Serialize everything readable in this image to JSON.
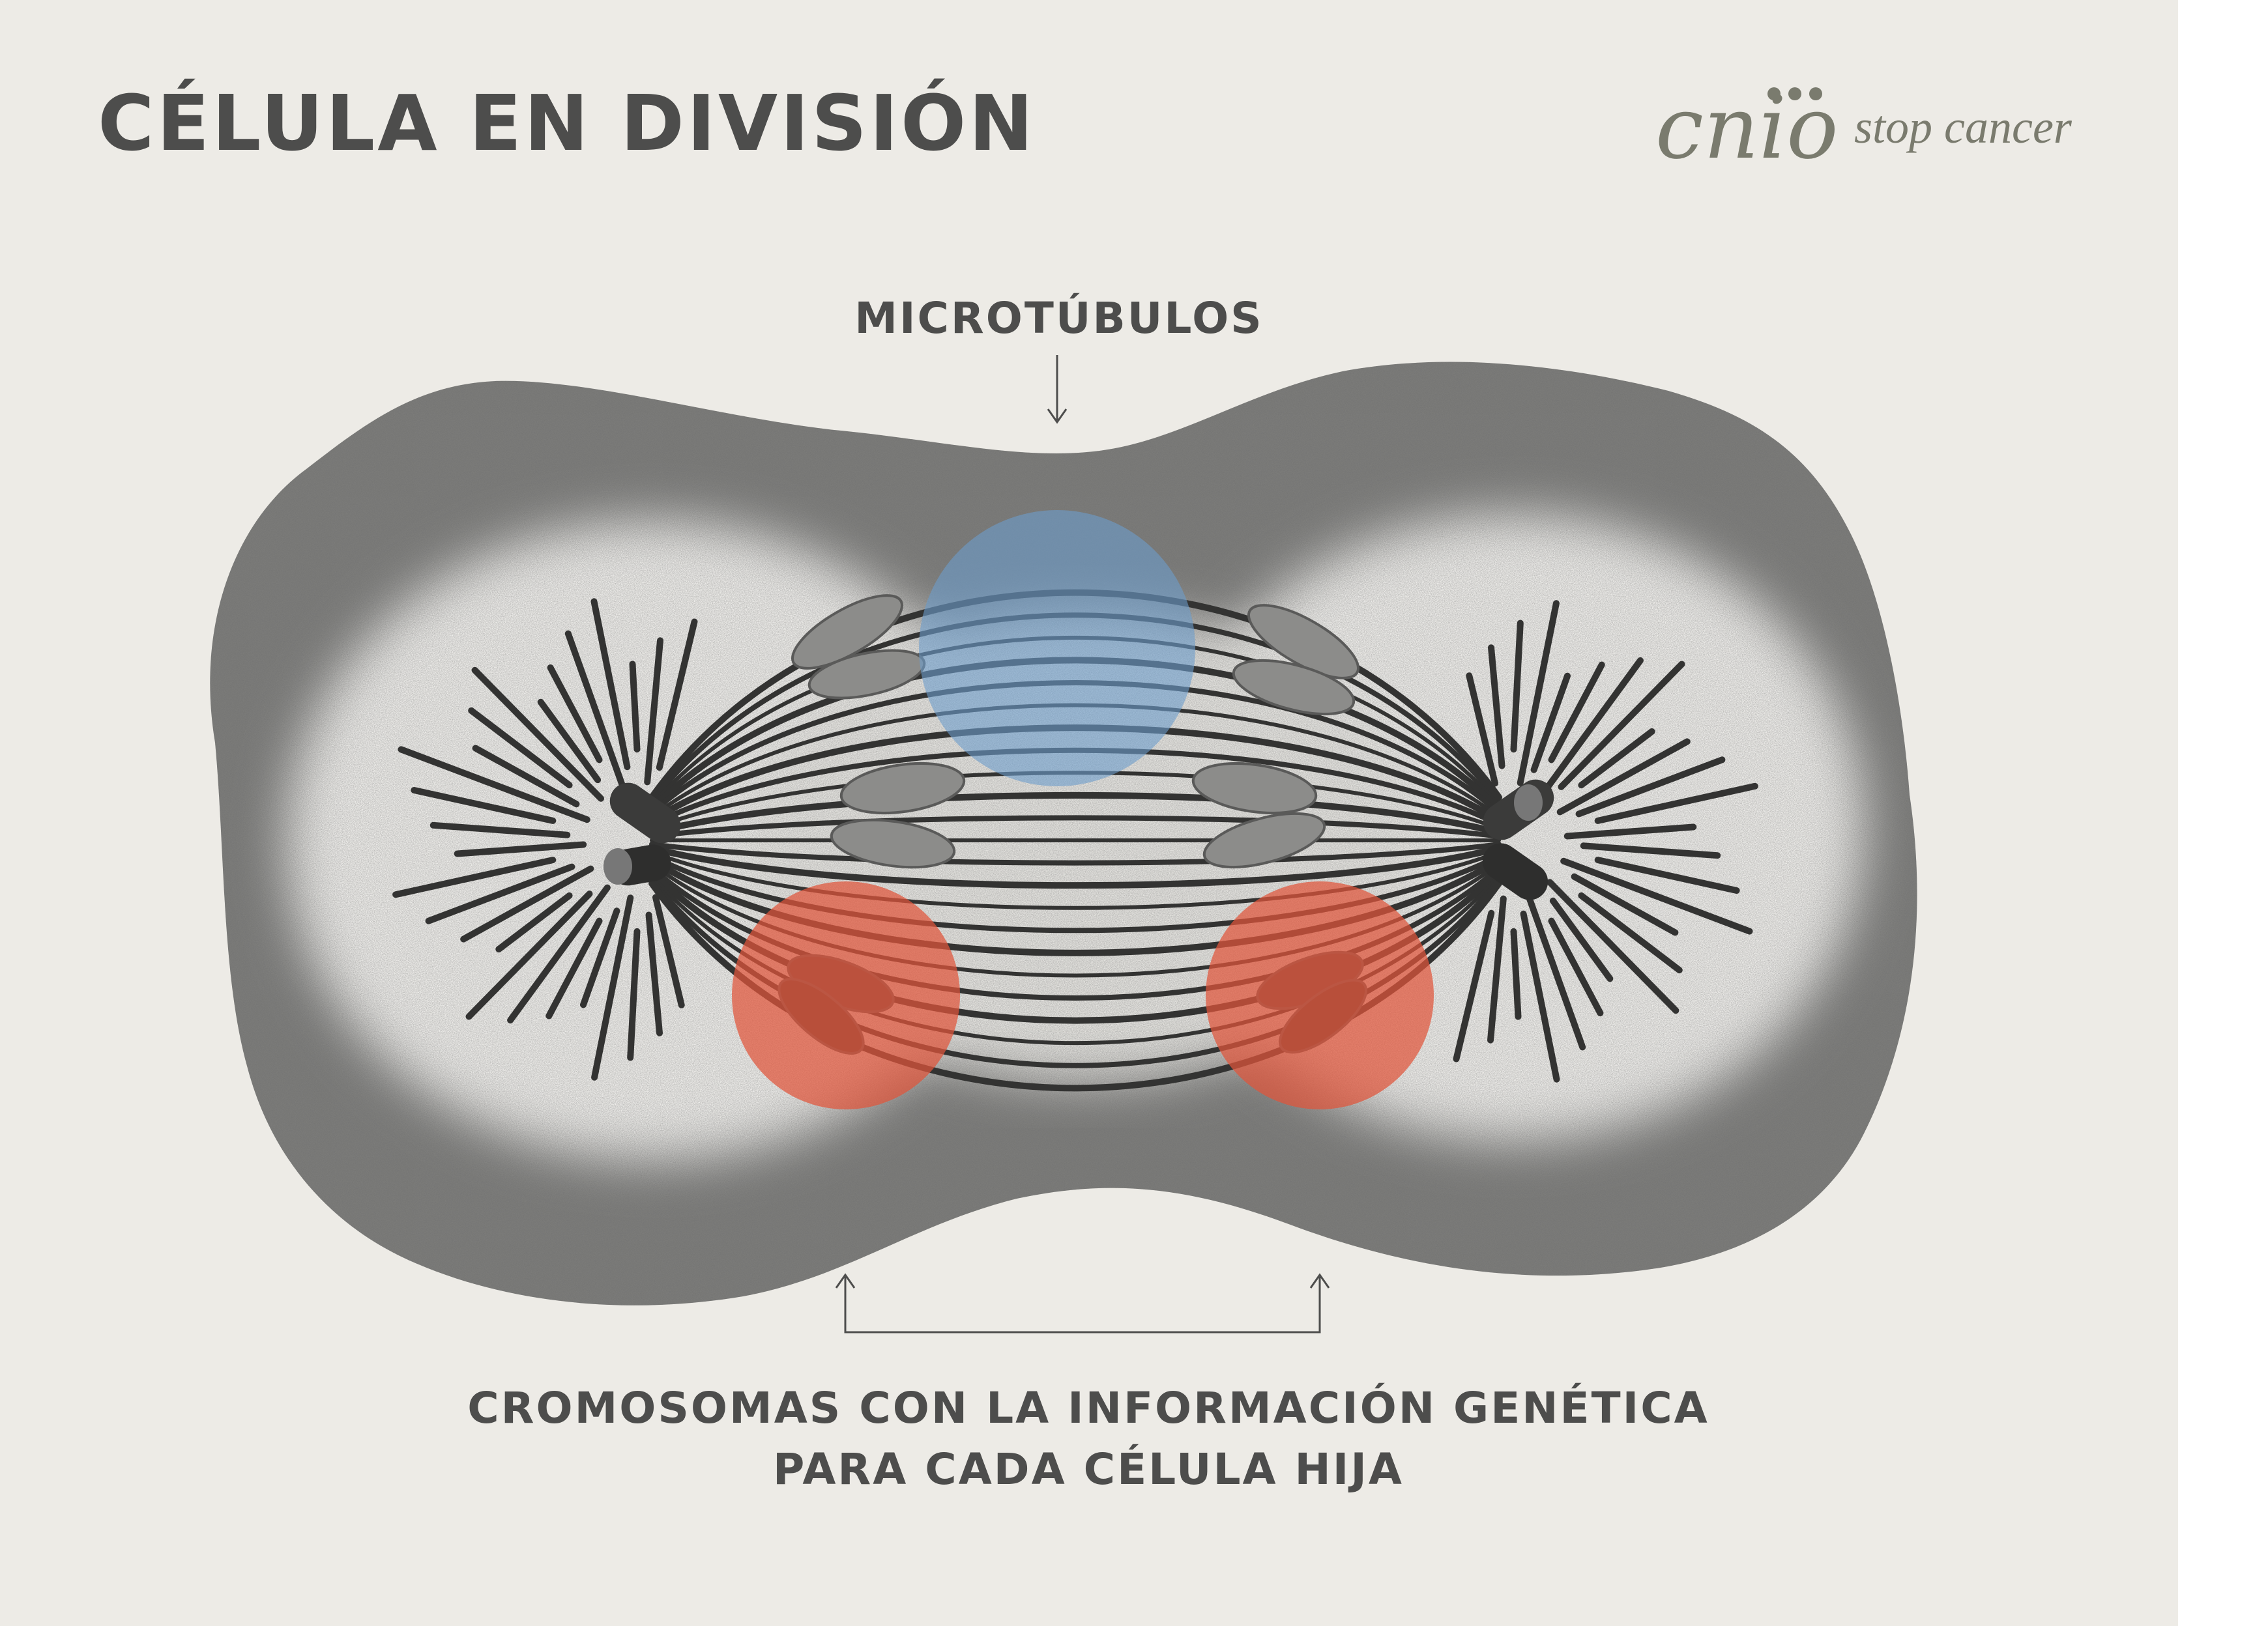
{
  "title": "CÉLULA EN DIVISIÓN",
  "logo": {
    "brand": "cnio",
    "tagline": "stop cancer"
  },
  "labels": {
    "microtubules": "MICROTÚBULOS",
    "chromosomes_line1": "CROMOSOMAS CON LA INFORMACIÓN GENÉTICA",
    "chromosomes_line2": "PARA CADA CÉLULA HIJA"
  },
  "colors": {
    "background": "#edebe6",
    "text": "#4d4d4c",
    "logo": "#7a7b6e",
    "microtubule_highlight": "#6c9ccb",
    "chromosome_highlight": "#e0553a",
    "cell_shade": "#2b2b2b"
  },
  "icons": {
    "microtubule_arrow": "arrow-down-icon",
    "chromosome_arrows": "bracket-arrow-up-icon"
  }
}
